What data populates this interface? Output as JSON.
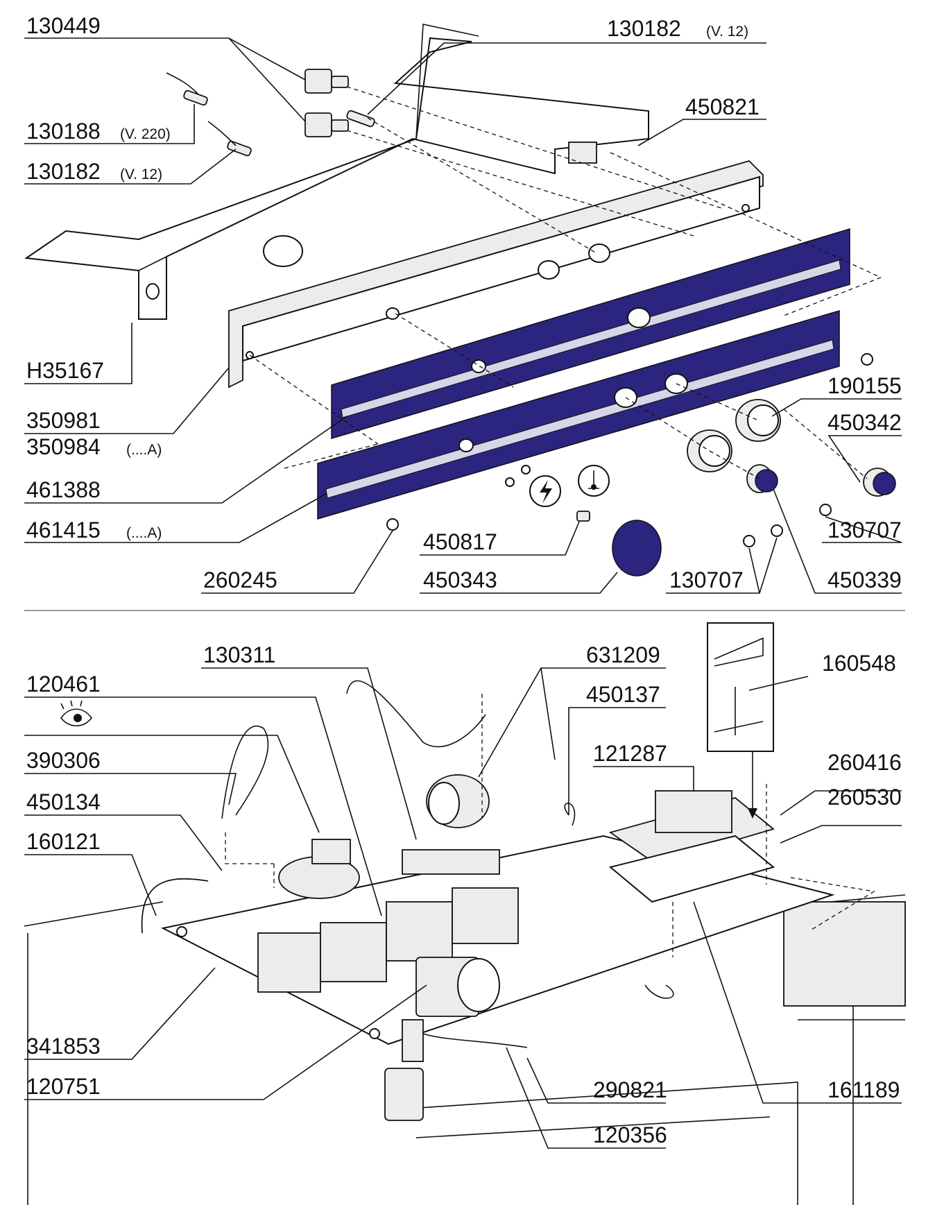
{
  "labels": {
    "l130449": "130449",
    "l130182_top": "130182",
    "l130182_top_v": "(V. 12)",
    "l130188": "130188",
    "l130188_v": "(V. 220)",
    "l130182_left": "130182",
    "l130182_left_v": "(V. 12)",
    "l450821": "450821",
    "lH35167": "H35167",
    "l350981": "350981",
    "l350984": "350984",
    "l350984_v": "(....A)",
    "l461388": "461388",
    "l461415": "461415",
    "l461415_v": "(....A)",
    "l260245": "260245",
    "l450817": "450817",
    "l450343": "450343",
    "l130707_a": "130707",
    "l130707_b": "130707",
    "l190155": "190155",
    "l450342": "450342",
    "l450339": "450339",
    "l130311": "130311",
    "l631209": "631209",
    "l120461": "120461",
    "l450137": "450137",
    "l160548": "160548",
    "l121287": "121287",
    "l390306": "390306",
    "l260416": "260416",
    "l260530": "260530",
    "l450134": "450134",
    "l160121": "160121",
    "l341853": "341853",
    "l120751": "120751",
    "l290821": "290821",
    "l161189": "161189",
    "l120356": "120356"
  },
  "icons": {
    "eye": "eye-icon",
    "lightning": "lightning-symbol-icon",
    "thermometer": "thermometer-symbol-icon"
  },
  "colors": {
    "panel_blue": "#2b2580",
    "line": "#111111"
  }
}
